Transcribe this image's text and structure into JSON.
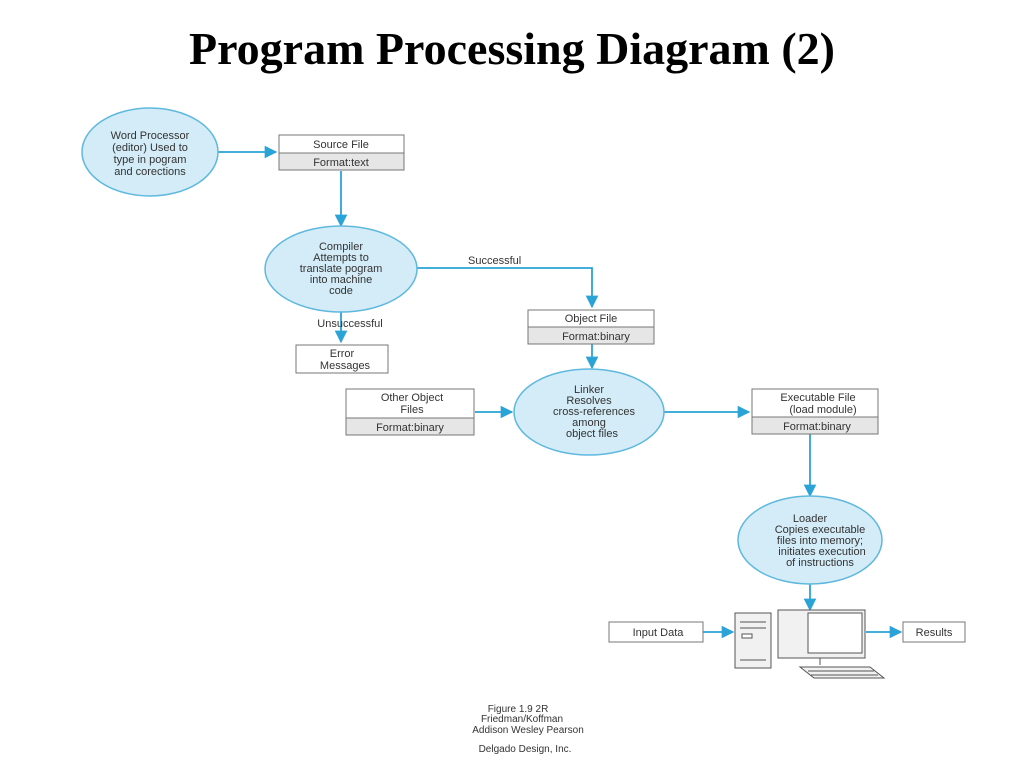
{
  "title": "Program Processing Diagram (2)",
  "editor": {
    "lines": [
      "Word Processor",
      "(editor) Used to",
      "type in pogram",
      "and corections"
    ]
  },
  "source_file": {
    "name": "Source File",
    "format": "Format:text"
  },
  "compiler": {
    "lines": [
      "Compiler",
      "Attempts to",
      "translate pogram",
      "into machine",
      "code"
    ]
  },
  "labels": {
    "successful": "Successful",
    "unsuccessful": "Unsuccessful"
  },
  "error_messages": {
    "lines": [
      "Error",
      "Messages"
    ]
  },
  "object_file": {
    "name": "Object File",
    "format": "Format:binary"
  },
  "other_object_files": {
    "lines": [
      "Other Object",
      "Files"
    ],
    "format": "Format:binary"
  },
  "linker": {
    "lines": [
      "Linker",
      "Resolves",
      "cross-references",
      "among",
      "object files"
    ]
  },
  "executable_file": {
    "lines": [
      "Executable File",
      "(load module)"
    ],
    "format": "Format:binary"
  },
  "loader": {
    "lines": [
      "Loader",
      "Copies executable",
      "files into memory;",
      "initiates execution",
      "of instructions"
    ]
  },
  "input_data": "Input Data",
  "results": "Results",
  "caption": {
    "lines": [
      "Figure 1.9 2R",
      "Friedman/Koffman",
      "Addison Wesley Pearson"
    ],
    "credit": "Delgado Design, Inc."
  }
}
